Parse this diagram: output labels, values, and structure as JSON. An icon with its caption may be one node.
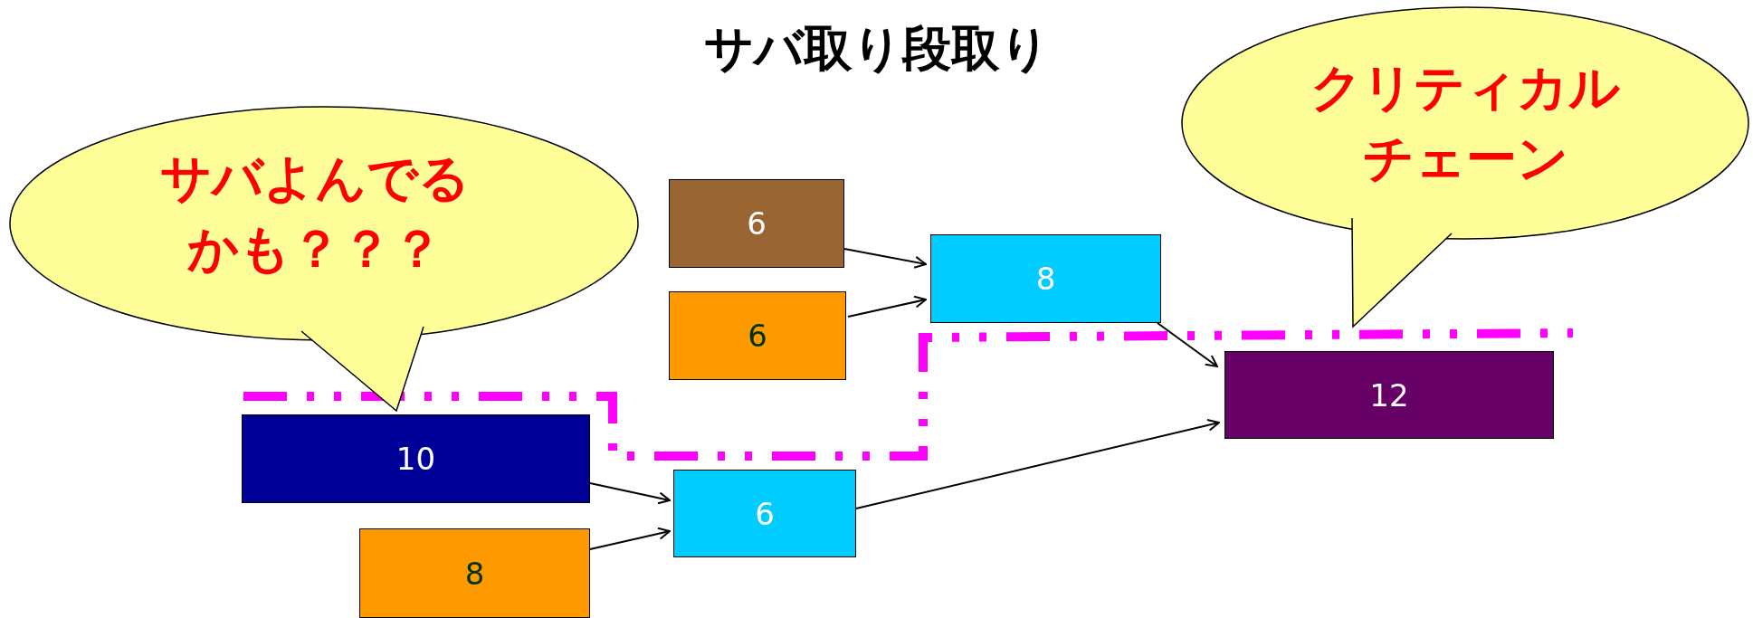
{
  "diagram": {
    "title": "サバ取り段取り",
    "nodes": [
      {
        "text": [
          "クリティカルチェーン"
        ]
      },
      {
        "text": [
          "サバよんでるかも？？？"
        ]
      },
      {
        "text": [
          "6"
        ]
      },
      {
        "text": [
          "8"
        ]
      },
      {
        "text": [
          "6"
        ]
      },
      {
        "text": [
          "12"
        ]
      },
      {
        "text": [
          "10"
        ]
      },
      {
        "text": [
          "6"
        ]
      },
      {
        "text": [
          "8"
        ]
      }
    ],
    "edges": [
      {
        "from": 2,
        "to": 3,
        "arrow": "to"
      },
      {
        "from": 4,
        "to": 3,
        "arrow": "to"
      },
      {
        "from": 3,
        "to": 5,
        "arrow": "to"
      },
      {
        "from": 6,
        "to": 7,
        "arrow": "to"
      },
      {
        "from": 8,
        "to": 7,
        "arrow": "to"
      },
      {
        "from": 7,
        "to": 5,
        "arrow": "to"
      }
    ]
  }
}
